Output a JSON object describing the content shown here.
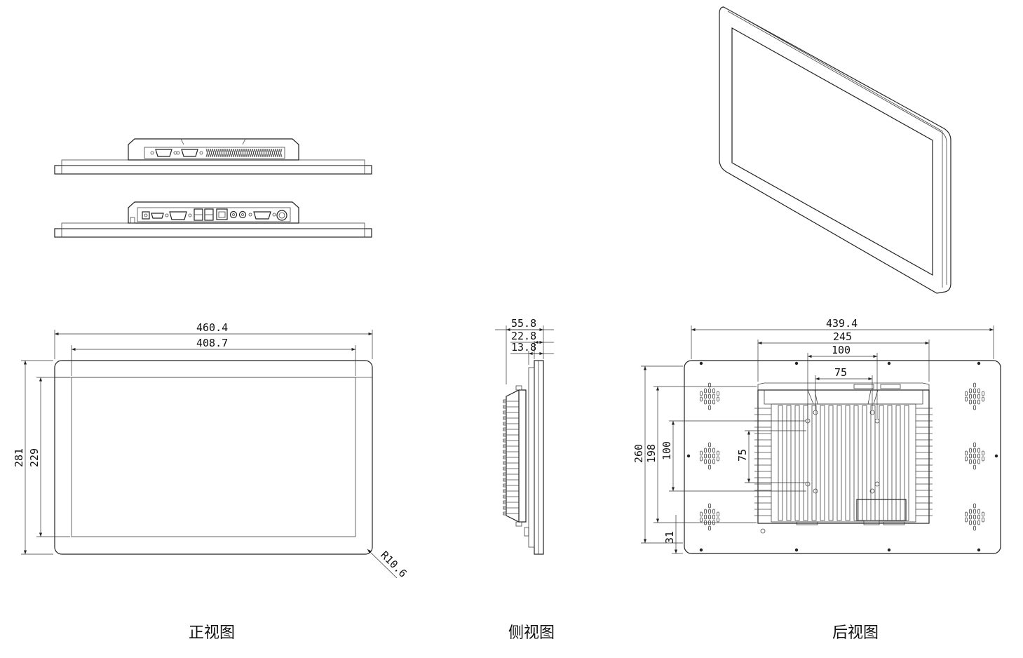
{
  "views": {
    "front_label": "正视图",
    "side_label": "侧视图",
    "rear_label": "后视图"
  },
  "front": {
    "width_outer": "460.4",
    "width_screen": "408.7",
    "height_outer": "281",
    "height_screen": "229",
    "corner_radius": "R10.6"
  },
  "side": {
    "depth_total": "55.8",
    "depth_mid": "22.8",
    "depth_panel": "13.8"
  },
  "rear": {
    "width_outer": "439.4",
    "width_mount": "245",
    "vesa_100_h": "100",
    "vesa_75_h": "75",
    "height_260": "260",
    "height_198": "198",
    "vesa_100_v": "100",
    "vesa_75_v": "75",
    "bottom_offset": "31"
  }
}
